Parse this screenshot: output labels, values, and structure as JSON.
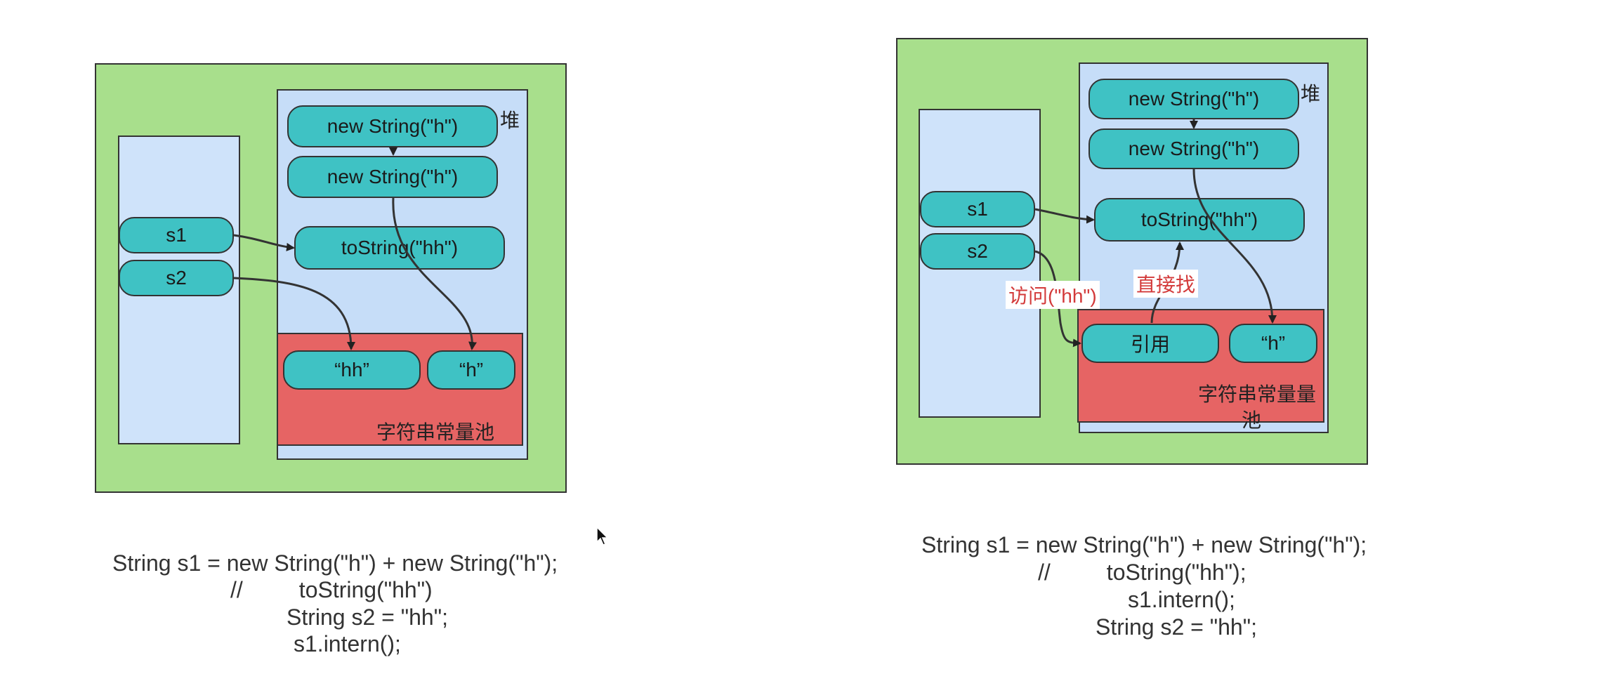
{
  "left": {
    "heap_label": "堆",
    "pool_label": "字符串常量池",
    "heap_items": [
      "new String(\"h\")",
      "new String(\"h\")",
      "toString(\"hh\")"
    ],
    "stack_vars": [
      "s1",
      "s2"
    ],
    "pool_items": [
      "“hh”",
      "“h”"
    ],
    "code": [
      "String s1 = new String(\"h\") + new String(\"h\");",
      "//         toString(\"hh\")",
      "String s2 = \"hh\";",
      "s1.intern();"
    ]
  },
  "right": {
    "heap_label": "堆",
    "pool_label_line1": "字符串常量量",
    "pool_label_line2": "池",
    "heap_items": [
      "new String(\"h\")",
      "new String(\"h\")",
      "toString(\"hh\")"
    ],
    "stack_vars": [
      "s1",
      "s2"
    ],
    "pool_items": [
      "引用",
      "“h”"
    ],
    "annotations": {
      "access": "访问(\"hh\")",
      "direct": "直接找"
    },
    "code": [
      "String s1 = new String(\"h\") + new String(\"h\");",
      "//         toString(\"hh\");",
      "s1.intern();",
      "String s2 = \"hh\";"
    ]
  },
  "colors": {
    "frame": "#a8df8c",
    "stack": "#cfe3fa",
    "heap": "#c6ddf8",
    "pool": "#e66464",
    "pill": "#3fc2c4",
    "annotation": "#d33a3a"
  },
  "icons": [
    "cursor-icon"
  ]
}
